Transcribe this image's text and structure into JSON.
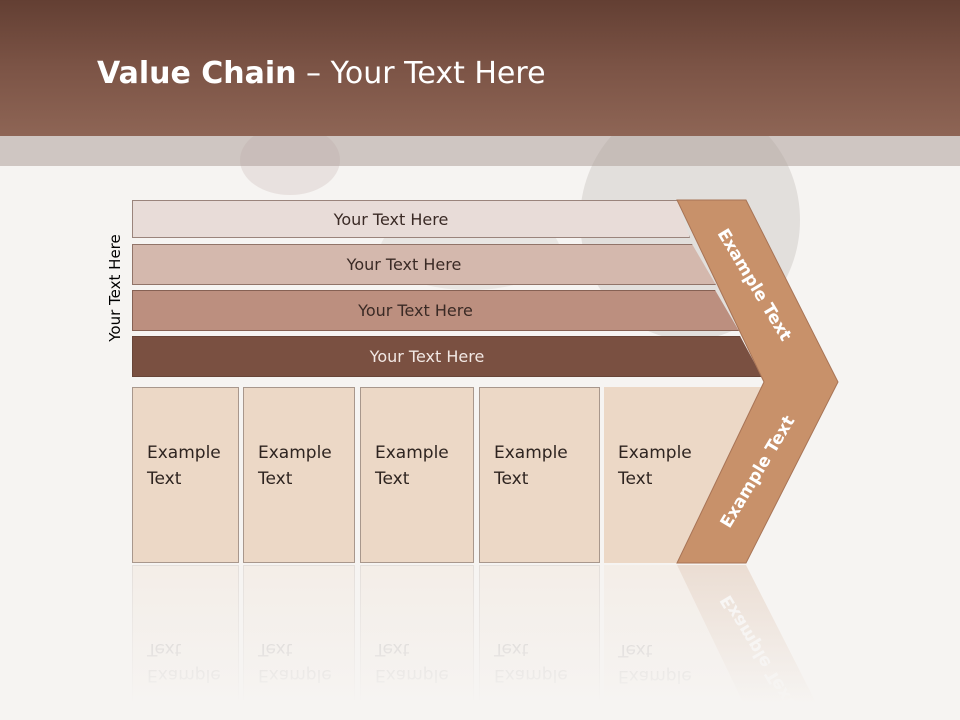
{
  "title": {
    "bold": "Value Chain",
    "rest": " – Your Text Here"
  },
  "side_label": "Your Text Here",
  "bars": [
    {
      "label": "Your Text Here"
    },
    {
      "label": "Your Text Here"
    },
    {
      "label": "Your Text Here"
    },
    {
      "label": "Your Text Here"
    }
  ],
  "boxes": [
    {
      "line1": "Example",
      "line2": "Text"
    },
    {
      "line1": "Example",
      "line2": "Text"
    },
    {
      "line1": "Example",
      "line2": "Text"
    },
    {
      "line1": "Example",
      "line2": "Text"
    },
    {
      "line1": "Example",
      "line2": "Text"
    }
  ],
  "chevron": {
    "upper_label": "Example Text",
    "lower_label": "Example Text"
  },
  "colors": {
    "header": "#7c5446",
    "chevron": "#c8916a",
    "box": "#ecd8c6",
    "bar_dark": "#7a5041"
  }
}
